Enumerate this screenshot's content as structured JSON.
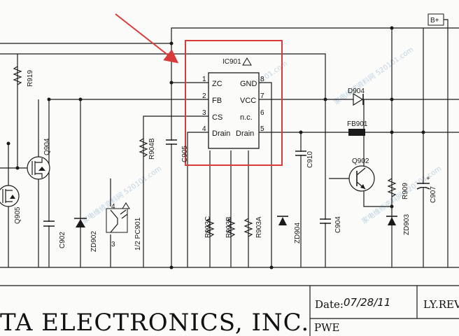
{
  "ic": {
    "ref": "IC901",
    "pins_left": [
      {
        "num": "1",
        "name": "ZC"
      },
      {
        "num": "2",
        "name": "FB"
      },
      {
        "num": "3",
        "name": "CS"
      },
      {
        "num": "4",
        "name": "Drain"
      }
    ],
    "pins_right": [
      {
        "num": "8",
        "name": "GND"
      },
      {
        "num": "7",
        "name": "VCC"
      },
      {
        "num": "6",
        "name": "n.c."
      },
      {
        "num": "5",
        "name": "Drain"
      }
    ]
  },
  "components": {
    "r919": "R919",
    "q904": "Q904",
    "q905": "Q905",
    "c902": "C902",
    "zd902": "ZD902",
    "pc901": "1/2 PC901",
    "pc901_pin4": "4",
    "pc901_pin3": "3",
    "r904b": "R904B",
    "c905": "C905",
    "r903c": "R903C",
    "r903b": "R903B",
    "r903a": "R903A",
    "zd904": "ZD904",
    "c910": "C910",
    "d904": "D904",
    "fb901": "FB901",
    "c904": "C904",
    "q902": "Q902",
    "r909": "R909",
    "zd903": "ZD903",
    "c907": "C907",
    "bplus": "B+"
  },
  "title_block": {
    "company": "TA ELECTRONICS, INC.",
    "date_label": "Date:",
    "date_value": "07/28/11",
    "rev_label": "LY.REV",
    "pwe": "PWE"
  },
  "watermark": "家电维修资料网 520101.com",
  "colors": {
    "highlight_box": "#d93a3a",
    "arrow": "#d93a3a",
    "wire": "#1a1a1a"
  }
}
